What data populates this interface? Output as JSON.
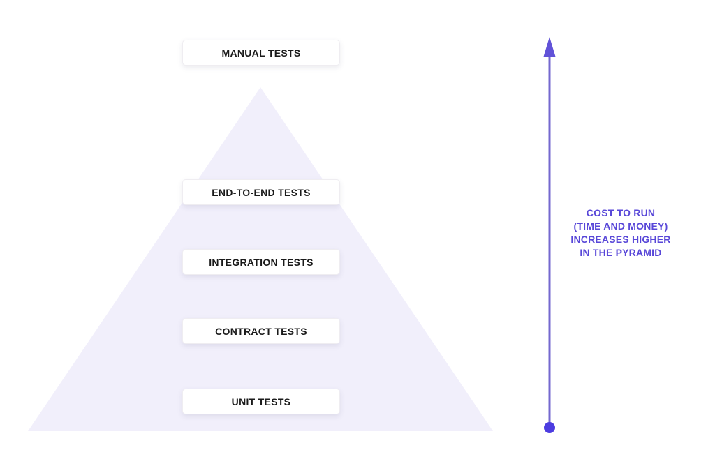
{
  "pyramid": {
    "levels": [
      {
        "label": "MANUAL TESTS"
      },
      {
        "label": "END-TO-END TESTS"
      },
      {
        "label": "INTEGRATION TESTS"
      },
      {
        "label": "CONTRACT TESTS"
      },
      {
        "label": "UNIT TESTS"
      }
    ]
  },
  "cost_annotation": {
    "lines": [
      "COST TO RUN",
      "(TIME AND MONEY)",
      "INCREASES HIGHER",
      "IN THE PYRAMID"
    ],
    "arrow_icon": "up-arrow-with-dot"
  },
  "colors": {
    "pyramid_fill": "#f1effb",
    "annotation_text": "#5847d8",
    "arrow_line": "#7468cf",
    "arrow_head": "#6152d8",
    "arrow_dot": "#4c3ce0",
    "label_background": "#ffffff",
    "label_border": "#efedf1",
    "label_text": "#1a1a1a"
  }
}
